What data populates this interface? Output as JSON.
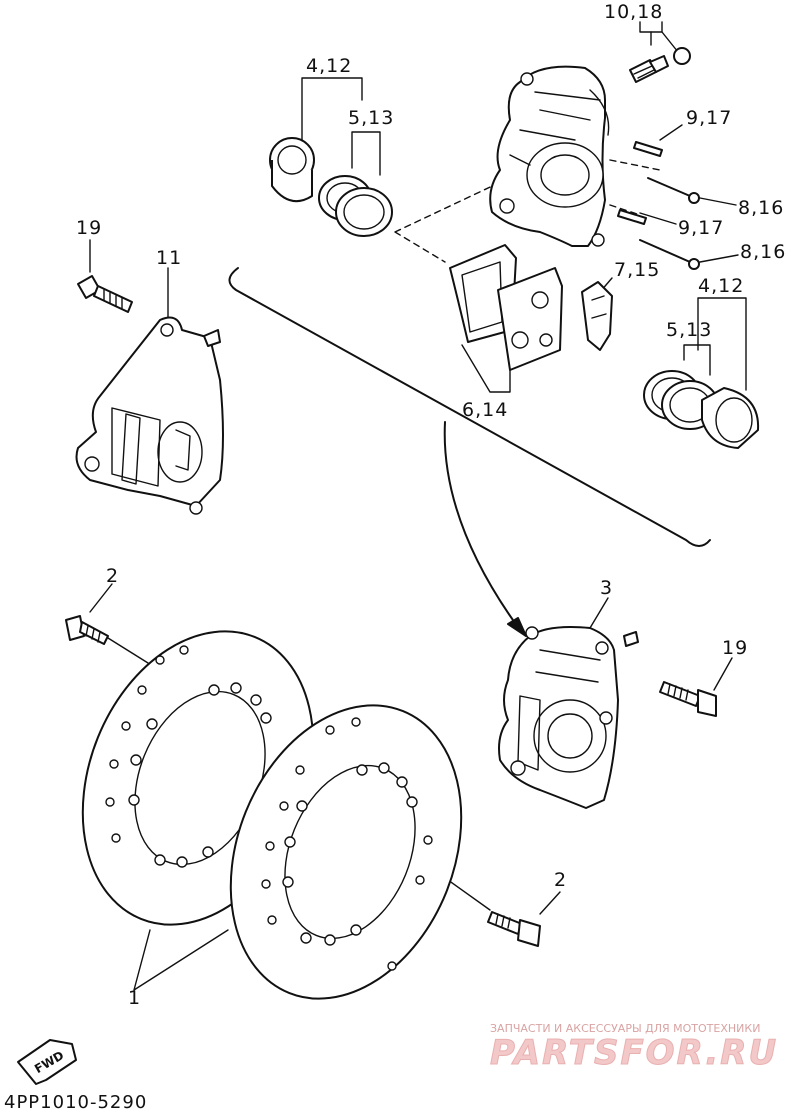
{
  "diagram": {
    "callouts": {
      "label_10_18": "10,18",
      "label_4_12_top": "4,12",
      "label_5_13_top": "5,13",
      "label_9_17_top": "9,17",
      "label_8_16_top": "8,16",
      "label_9_17_mid": "9,17",
      "label_8_16_mid": "8,16",
      "label_19_left": "19",
      "label_11": "11",
      "label_7_15": "7,15",
      "label_4_12_right": "4,12",
      "label_5_13_right": "5,13",
      "label_6_14": "6,14",
      "label_2_left": "2",
      "label_3": "3",
      "label_19_right": "19",
      "label_2_right": "2",
      "label_1": "1"
    },
    "fwd_badge": "FWD",
    "part_code": "4PP1010-5290",
    "watermark": {
      "tagline": "ЗАПЧАСТИ И АКСЕССУАРЫ ДЛЯ МОТОТЕХНИКИ",
      "brand": "PARTSFOR.RU"
    }
  }
}
